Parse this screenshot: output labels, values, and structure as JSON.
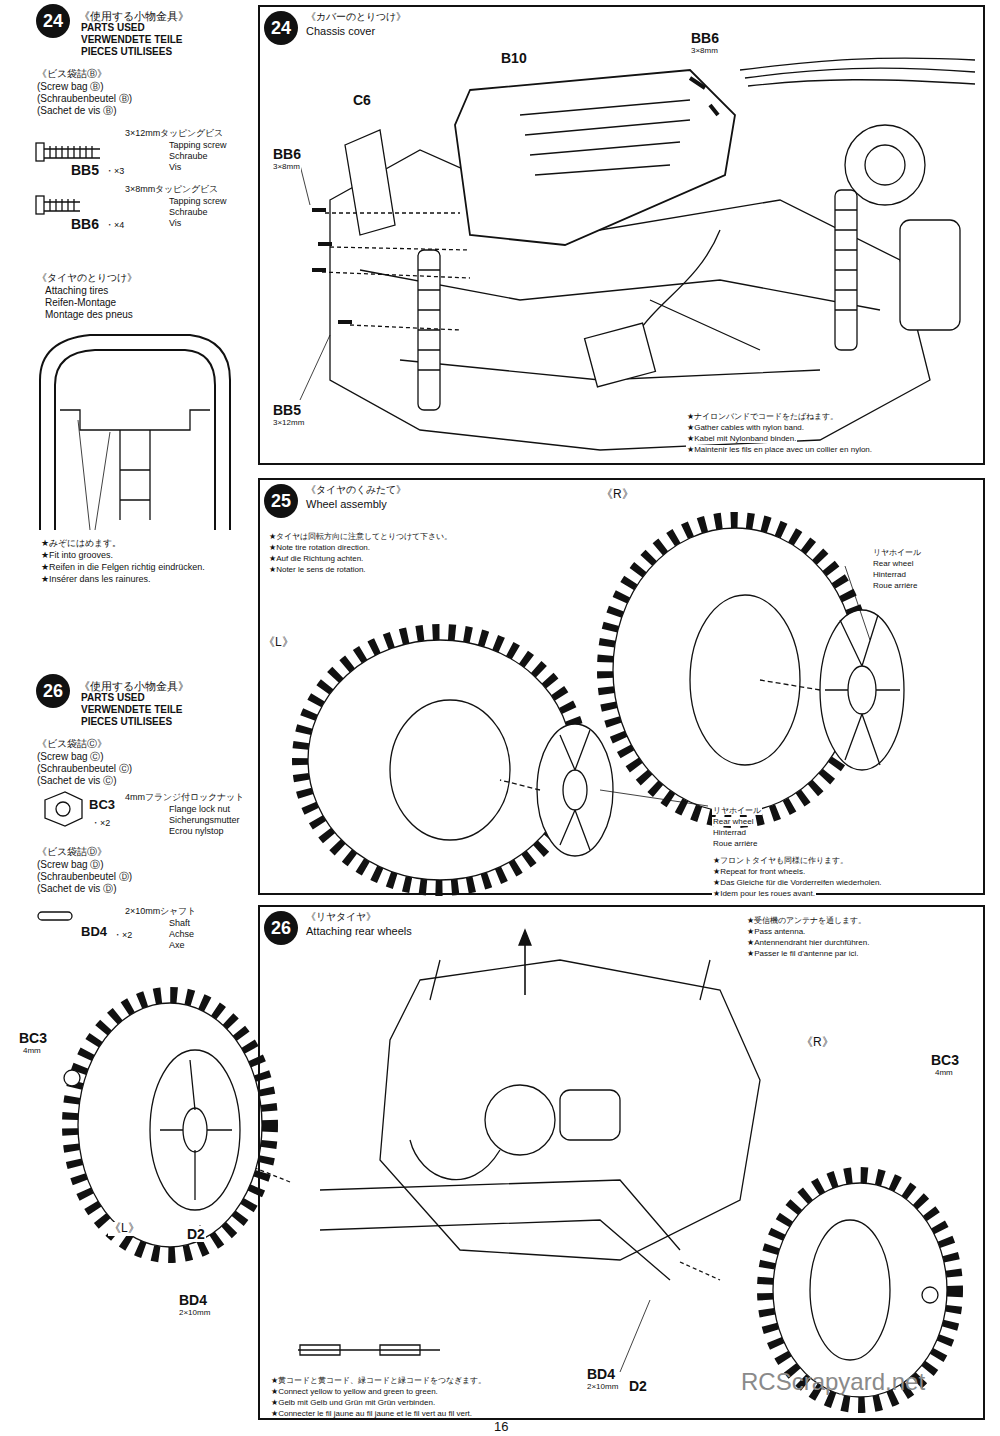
{
  "diagram": {
    "nodes": [
      {
        "text": [
          "《カバーのとりつけ》",
          "Chassis cover"
        ]
      },
      {
        "text": [
          "24"
        ],
        "in": 0
      },
      {
        "text": [
          "《タイヤのくみたて》",
          "Wheel assembly"
        ]
      },
      {
        "text": [
          "25"
        ],
        "in": 2
      },
      {
        "text": [
          "《リヤタイヤ》",
          "Attaching rear wheels"
        ]
      },
      {
        "text": [
          "26"
        ],
        "in": 4
      },
      {
        "text": [
          "24"
        ]
      },
      {
        "text": [
          "26"
        ]
      }
    ],
    "edges": [],
    "labels": [
      "《使用する小物金具》",
      "PARTS USED",
      "VERWENDETE TEILE",
      "PIECES UTILISEES",
      "《ビス袋詰Ⓑ》",
      "(Screw bag Ⓑ)",
      "(Schraubenbeutel Ⓑ)",
      "(Sachet de vis Ⓑ)",
      "3×12mmタッピングビス",
      "Tapping screw",
      "Schraube",
      "Vis",
      "BB5",
      "・×3",
      "3×8mmタッピングビス",
      "Tapping screw",
      "Schraube",
      "Vis",
      "BB6",
      "・×4",
      "《タイヤのとりつけ》",
      "Attaching tires",
      "Reifen-Montage",
      "Montage des pneus",
      "★みぞにはめます。",
      "★Fit into grooves.",
      "★Reifen in die Felgen richtig eindrücken.",
      "★Insérer dans les rainures.",
      "《使用する小物金具》",
      "PARTS USED",
      "VERWENDETE TEILE",
      "PIECES UTILISEES",
      "《ビス袋詰Ⓒ》",
      "(Screw bag Ⓒ)",
      "(Schraubenbeutel Ⓒ)",
      "(Sachet de vis Ⓒ)",
      "4mmフランジ付ロックナット",
      "Flange lock nut",
      "Sicherungsmutter",
      "Ecrou nylstop",
      "BC3",
      "・×2",
      "《ビス袋詰Ⓓ》",
      "(Screw bag Ⓓ)",
      "(Schraubenbeutel Ⓓ)",
      "(Sachet de vis Ⓓ)",
      "2×10mmシャフト",
      "Shaft",
      "Achse",
      "Axe",
      "BD4",
      "・×2",
      "B10",
      "BB6",
      "3×8mm",
      "C6",
      "BB6",
      "3×8mm",
      "BB5",
      "3×12mm",
      "★ナイロンバンドでコードをたばねます。",
      "★Gather cables with nylon band.",
      "★Kabel mit Nylonband binden.",
      "★Maintenir les fils en place avec un collier en nylon.",
      "★タイヤは回転方向に注意してとりつけて下さい。",
      "★Note tire rotation direction.",
      "★Auf die Richtung achten.",
      "★Noter le sens de rotation.",
      "《R》",
      "《L》",
      "リヤホイール",
      "Rear wheel",
      "Hinterrad",
      "Roue arrière",
      "リヤホイール",
      "Rear wheel",
      "Hinterrad",
      "Roue arrière",
      "★フロントタイヤも同様に作ります。",
      "★Repeat for front wheels.",
      "★Das Gleiche für die Vorderreifen wiederholen.",
      "★Idem pour les roues avant.",
      "★受信機のアンテナを通します。",
      "★Pass antenna.",
      "★Antennendraht hier durchführen.",
      "★Passer le fil d'antenne par ici.",
      "BC3",
      "4mm",
      "《L》",
      "D2",
      "BD4",
      "2×10mm",
      "《R》",
      "BC3",
      "4mm",
      "★黄コードと黄コード、緑コードと緑コードをつなぎます。",
      "★Connect yellow to yellow and green to green.",
      "★Gelb mit Gelb und Grün mit Grün verbinden.",
      "★Connecter le fil jaune au fil jaune et le fil vert au fil vert.",
      "BD4",
      "2×10mm",
      "D2",
      "16",
      "RCScrapyard.net"
    ]
  }
}
